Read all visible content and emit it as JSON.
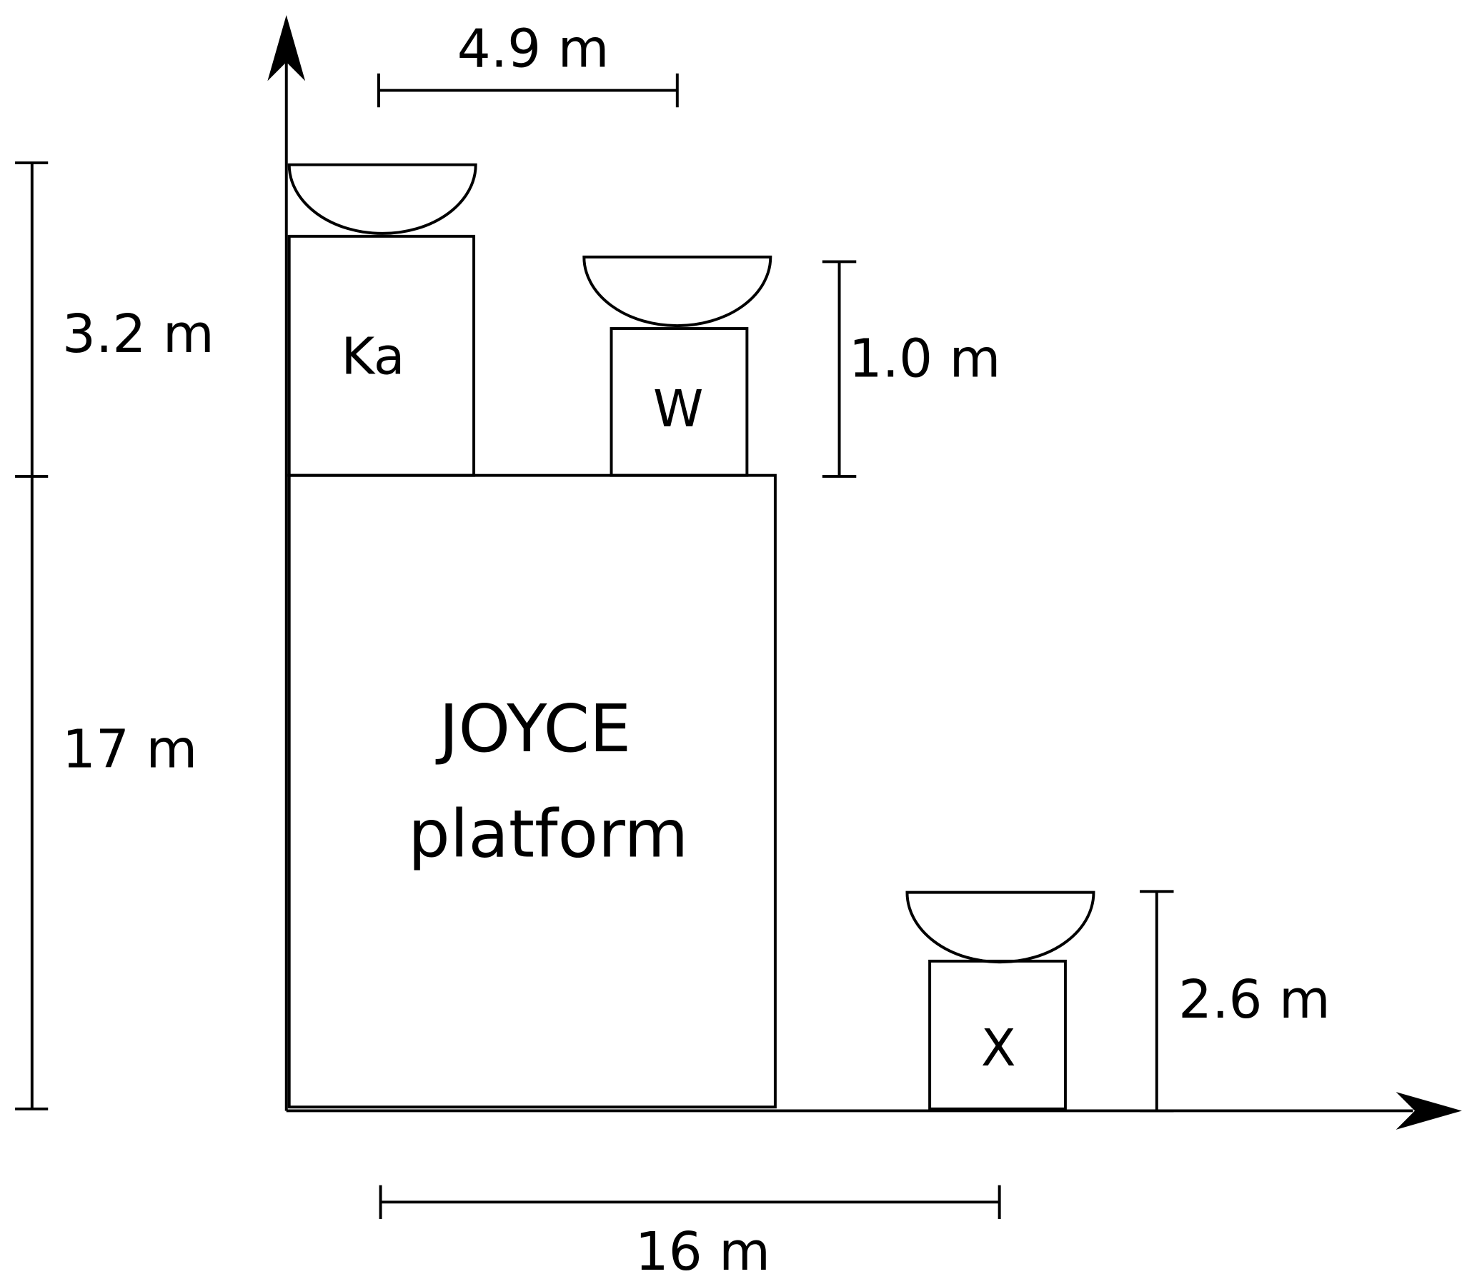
{
  "dimensions": {
    "top_span": "4.9 m",
    "ka_height": "3.2 m",
    "platform_height": "17 m",
    "w_height": "1.0 m",
    "x_height": "2.6 m",
    "bottom_span": "16 m"
  },
  "labels": {
    "ka": "Ka",
    "w": "W",
    "x": "X",
    "platform_line1": "JOYCE",
    "platform_line2": "platform"
  }
}
